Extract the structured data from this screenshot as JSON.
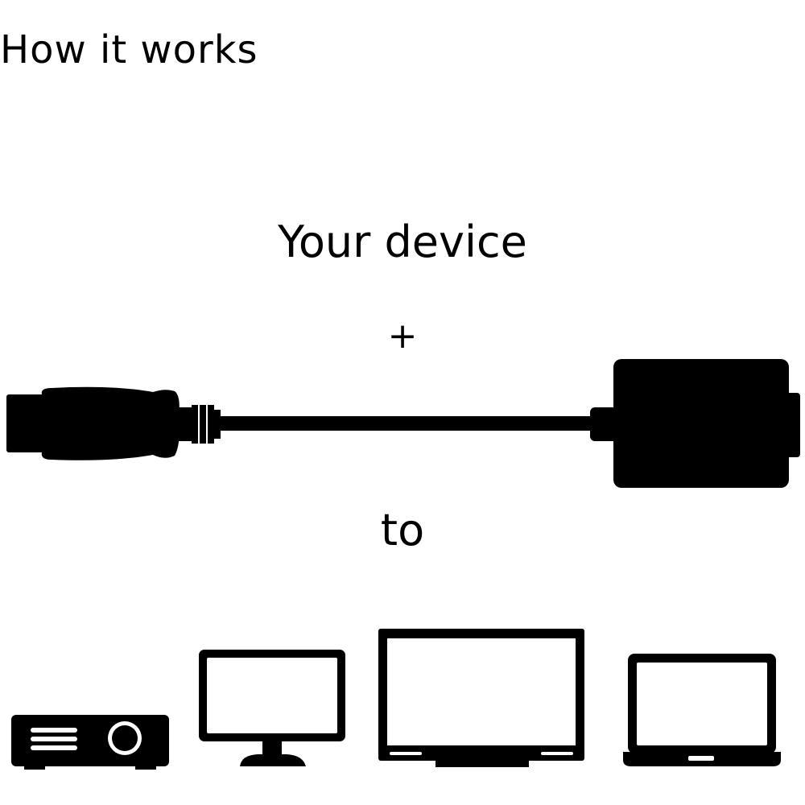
{
  "heading": "How it works",
  "device_label": "Your device",
  "plus_label": "+",
  "to_label": "to",
  "colors": {
    "ink": "#000000",
    "background": "#ffffff"
  },
  "icons": {
    "adapter": "adapter-cable-icon",
    "projector": "projector-icon",
    "monitor": "monitor-icon",
    "tv": "tv-icon",
    "laptop": "laptop-icon"
  }
}
